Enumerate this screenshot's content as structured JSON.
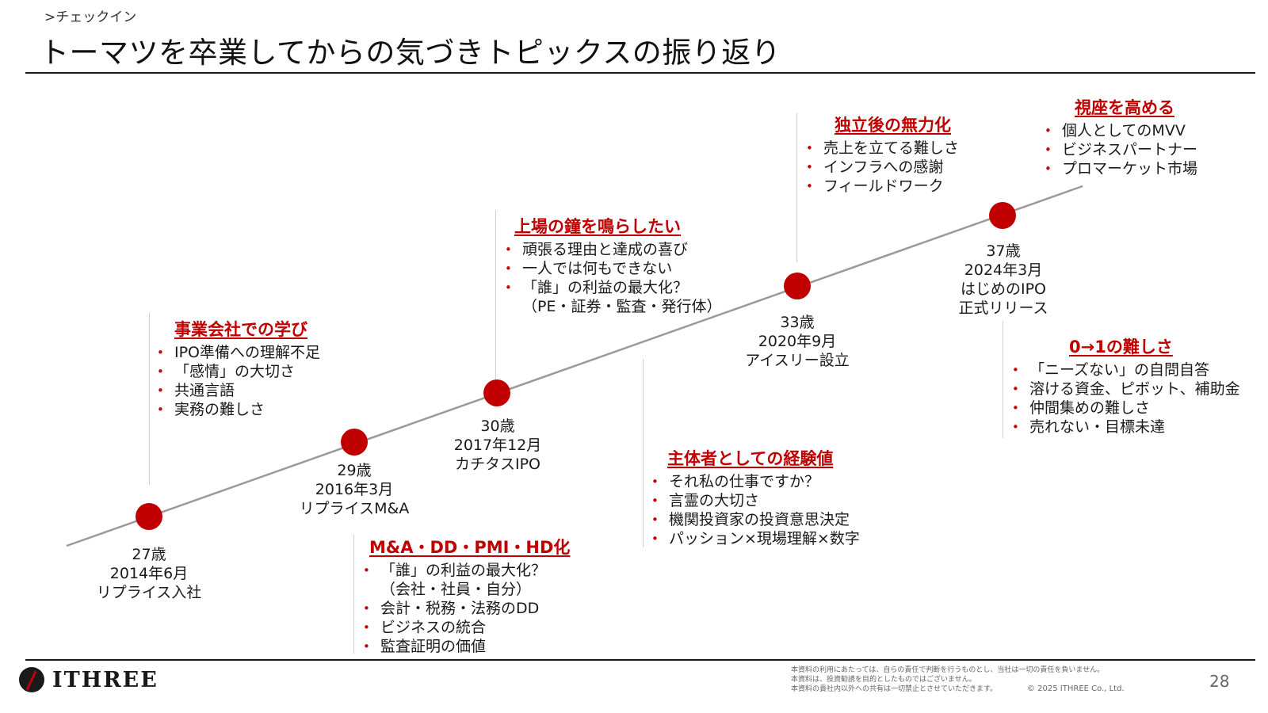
{
  "header": {
    "breadcrumb": ">チェックイン",
    "title": "トーマツを卒業してからの気づきトピックスの振り返り"
  },
  "milestones": [
    {
      "age": "27歳",
      "date": "2014年6月",
      "event": "リプライス入社"
    },
    {
      "age": "29歳",
      "date": "2016年3月",
      "event": "リプライスM&A"
    },
    {
      "age": "30歳",
      "date": "2017年12月",
      "event": "カチタスIPO"
    },
    {
      "age": "33歳",
      "date": "2020年9月",
      "event": "アイスリー設立"
    },
    {
      "age": "37歳",
      "date": "2024年3月",
      "event": "はじめのIPO",
      "event2": "正式リリース"
    }
  ],
  "topics": [
    {
      "title": "事業会社での学び",
      "items": [
        "IPO準備への理解不足",
        "「感情」の大切さ",
        "共通言語",
        "実務の難しさ"
      ]
    },
    {
      "title": "M&A・DD・PMI・HD化",
      "items": [
        "「誰」の利益の最大化？",
        "（会社・社員・自分）",
        "会計・税務・法務のDD",
        "ビジネスの統合",
        "監査証明の価値"
      ]
    },
    {
      "title": "上場の鐘を鳴らしたい",
      "items": [
        "頑張る理由と達成の喜び",
        "一人では何もできない",
        "「誰」の利益の最大化？",
        "（PE・証券・監査・発行体）"
      ]
    },
    {
      "title": "主体者としての経験値",
      "items": [
        "それ私の仕事ですか？",
        "言霊の大切さ",
        "機関投資家の投資意思決定",
        "パッション×現場理解×数字"
      ]
    },
    {
      "title": "独立後の無力化",
      "items": [
        "売上を立てる難しさ",
        "インフラへの感謝",
        "フィールドワーク"
      ]
    },
    {
      "title": "0→1の難しさ",
      "items": [
        "「ニーズない」の自問自答",
        "溶ける資金、ピボット、補助金",
        "仲間集めの難しさ",
        "売れない・目標未達"
      ]
    },
    {
      "title": "視座を高める",
      "items": [
        "個人としてのMVV",
        "ビジネスパートナー",
        "プロマーケット市場"
      ]
    }
  ],
  "footer": {
    "logo_text": "ITHREE",
    "disclaimer_1": "本資料の利用にあたっては、自らの責任で判断を行うものとし、当社は一切の責任を負いません。",
    "disclaimer_2": "本資料は、投資勧誘を目的としたものではございません。",
    "disclaimer_3": "本資料の貴社内以外への共有は一切禁止とさせていただきます。",
    "copyright": "©  2025  ITHREE Co., Ltd.",
    "page_number": "28"
  },
  "colors": {
    "accent": "#c00000",
    "line": "#9a9a9a",
    "rule": "#1a1a1a"
  }
}
